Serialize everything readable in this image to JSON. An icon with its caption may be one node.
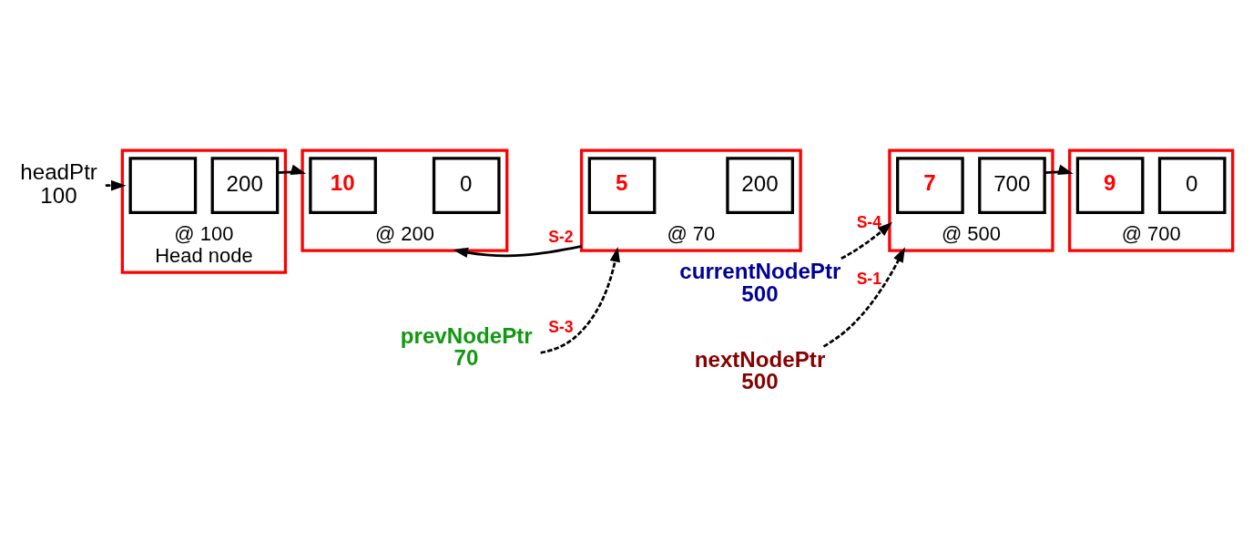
{
  "diagram": {
    "nodes": [
      {
        "text": [
          "headPtr",
          "100"
        ]
      },
      {
        "text": [],
        "shape": "box",
        "beside": [
          "@ 100",
          "Head node"
        ]
      },
      {
        "text": [],
        "shape": "box",
        "in": 1
      },
      {
        "text": [
          "200"
        ],
        "in": 1
      },
      {
        "text": [],
        "shape": "box",
        "beside": [
          "@ 200"
        ]
      },
      {
        "text": [
          "10"
        ],
        "in": 4
      },
      {
        "text": [
          "0"
        ],
        "in": 4
      },
      {
        "text": [
          "prevNodePtr",
          "70"
        ]
      },
      {
        "text": [],
        "shape": "box",
        "beside": [
          "@ 70"
        ]
      },
      {
        "text": [
          "5"
        ],
        "in": 8
      },
      {
        "text": [
          "200"
        ],
        "in": 8
      },
      {
        "text": [
          "currentNodePtr",
          "500"
        ]
      },
      {
        "text": [],
        "shape": "box",
        "beside": [
          "@ 500"
        ]
      },
      {
        "text": [
          "7"
        ],
        "in": 12
      },
      {
        "text": [
          "700"
        ],
        "in": 12
      },
      {
        "text": [],
        "shape": "box",
        "beside": [
          "@ 700"
        ]
      },
      {
        "text": [
          "9"
        ],
        "in": 15
      },
      {
        "text": [
          "0"
        ],
        "in": 15
      },
      {
        "text": [
          "nextNodePtr",
          "500"
        ]
      }
    ],
    "edges": [
      {
        "from": 0,
        "to": 1,
        "arrow": "to",
        "style": "dashed"
      },
      {
        "from": 3,
        "to": 4,
        "arrow": "to"
      },
      {
        "from": 8,
        "to": 4,
        "arrow": "to",
        "label": "S-2"
      },
      {
        "from": 7,
        "to": 8,
        "arrow": "to",
        "style": "dashed",
        "label": "S-3"
      },
      {
        "from": 11,
        "to": 12,
        "arrow": "to",
        "style": "dashed",
        "label": "S-4"
      },
      {
        "from": 18,
        "to": 12,
        "arrow": "to",
        "style": "dashed",
        "label": "S-1"
      },
      {
        "from": 14,
        "to": 15,
        "arrow": "to"
      }
    ]
  }
}
